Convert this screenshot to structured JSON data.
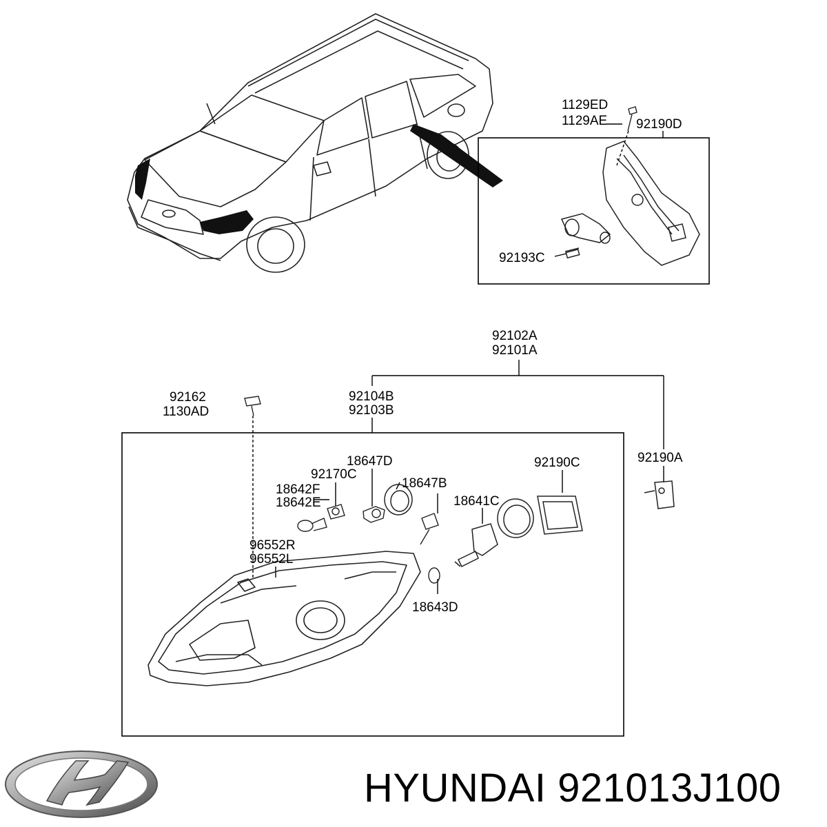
{
  "parts": {
    "p1129ED": "1129ED",
    "p1129AE": "1129AE",
    "p92190D": "92190D",
    "p92193C": "92193C",
    "p92102A": "92102A",
    "p92101A": "92101A",
    "p92162": "92162",
    "p1130AD": "1130AD",
    "p92104B": "92104B",
    "p92103B": "92103B",
    "p92190A": "92190A",
    "p18647D": "18647D",
    "p92170C": "92170C",
    "p18647B": "18647B",
    "p92190C": "92190C",
    "p18642F": "18642F",
    "p18642E": "18642E",
    "p18641C": "18641C",
    "p96552R": "96552R",
    "p96552L": "96552L",
    "p18643D": "18643D"
  },
  "footer": {
    "brand": "HYUNDAI",
    "part_number": "921013J100"
  },
  "logo": {
    "icon": "hyundai-logo-icon"
  }
}
